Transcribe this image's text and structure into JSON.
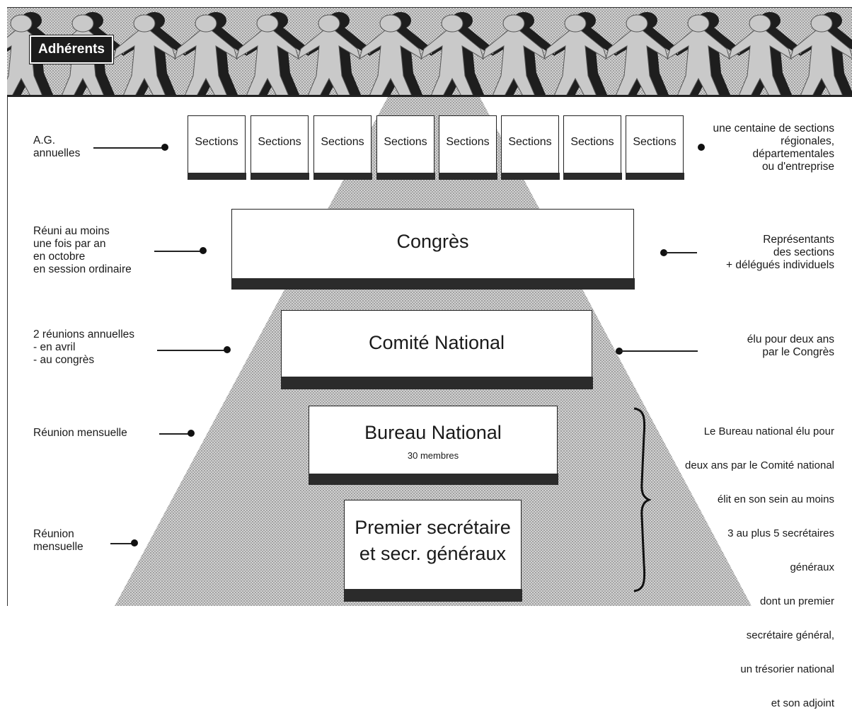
{
  "adherents_label": "Adhérents",
  "sections": {
    "labels": [
      "Sections",
      "Sections",
      "Sections",
      "Sections",
      "Sections",
      "Sections",
      "Sections",
      "Sections"
    ],
    "left_note": "A.G.\nannuelles",
    "right_note": "une centaine de sections\nrégionales,\ndépartementales\nou d'entreprise"
  },
  "congres": {
    "title": "Congrès",
    "left_note": "Réuni au moins\nune fois par an\nen octobre\nen session ordinaire",
    "right_note": "Représentants\ndes sections\n+ délégués individuels"
  },
  "comite": {
    "title": "Comité National",
    "left_note": "2 réunions annuelles\n- en avril\n- au congrès",
    "right_note": "élu pour deux ans\npar le Congrès"
  },
  "bureau": {
    "title": "Bureau National",
    "subtitle": "30 membres",
    "left_note": "Réunion mensuelle"
  },
  "premier": {
    "title_line1": "Premier secrétaire",
    "title_line2": "et secr. généraux",
    "left_note": "Réunion\nmensuelle"
  },
  "bureau_description": [
    "Le Bureau national élu pour",
    "deux ans par le Comité national",
    "élit en son sein au moins",
    "3 au plus 5 secrétaires",
    "généraux",
    "dont un premier",
    "secrétaire général,",
    "un trésorier national",
    "et son adjoint"
  ]
}
